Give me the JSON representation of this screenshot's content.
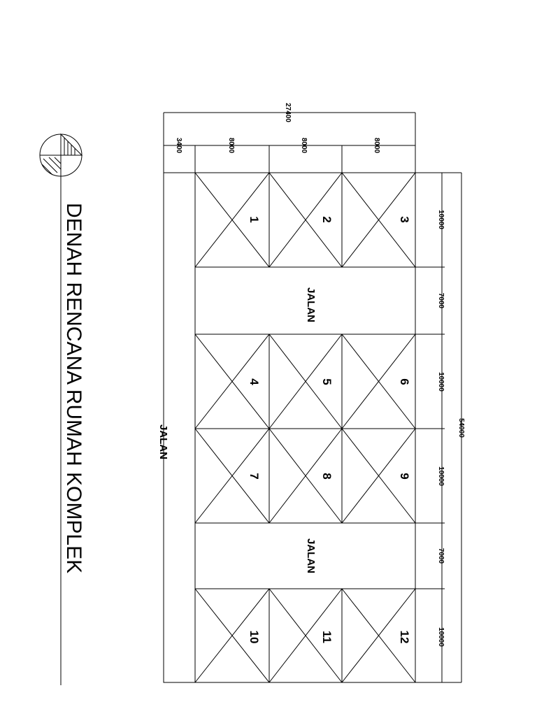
{
  "title": "DENAH RENCANA RUMAH KOMPLEK",
  "north_arrow_icon": "north-arrow-icon",
  "road_label": "JALAN",
  "lots": [
    "1",
    "2",
    "3",
    "4",
    "5",
    "6",
    "7",
    "8",
    "9",
    "10",
    "11",
    "12"
  ],
  "dimensions": {
    "total_width": "27400",
    "widths": [
      "3400",
      "8000",
      "8000",
      "8000"
    ],
    "total_length": "54000",
    "segments": [
      "10000",
      "7000",
      "10000",
      "10000",
      "7000",
      "10000"
    ]
  }
}
